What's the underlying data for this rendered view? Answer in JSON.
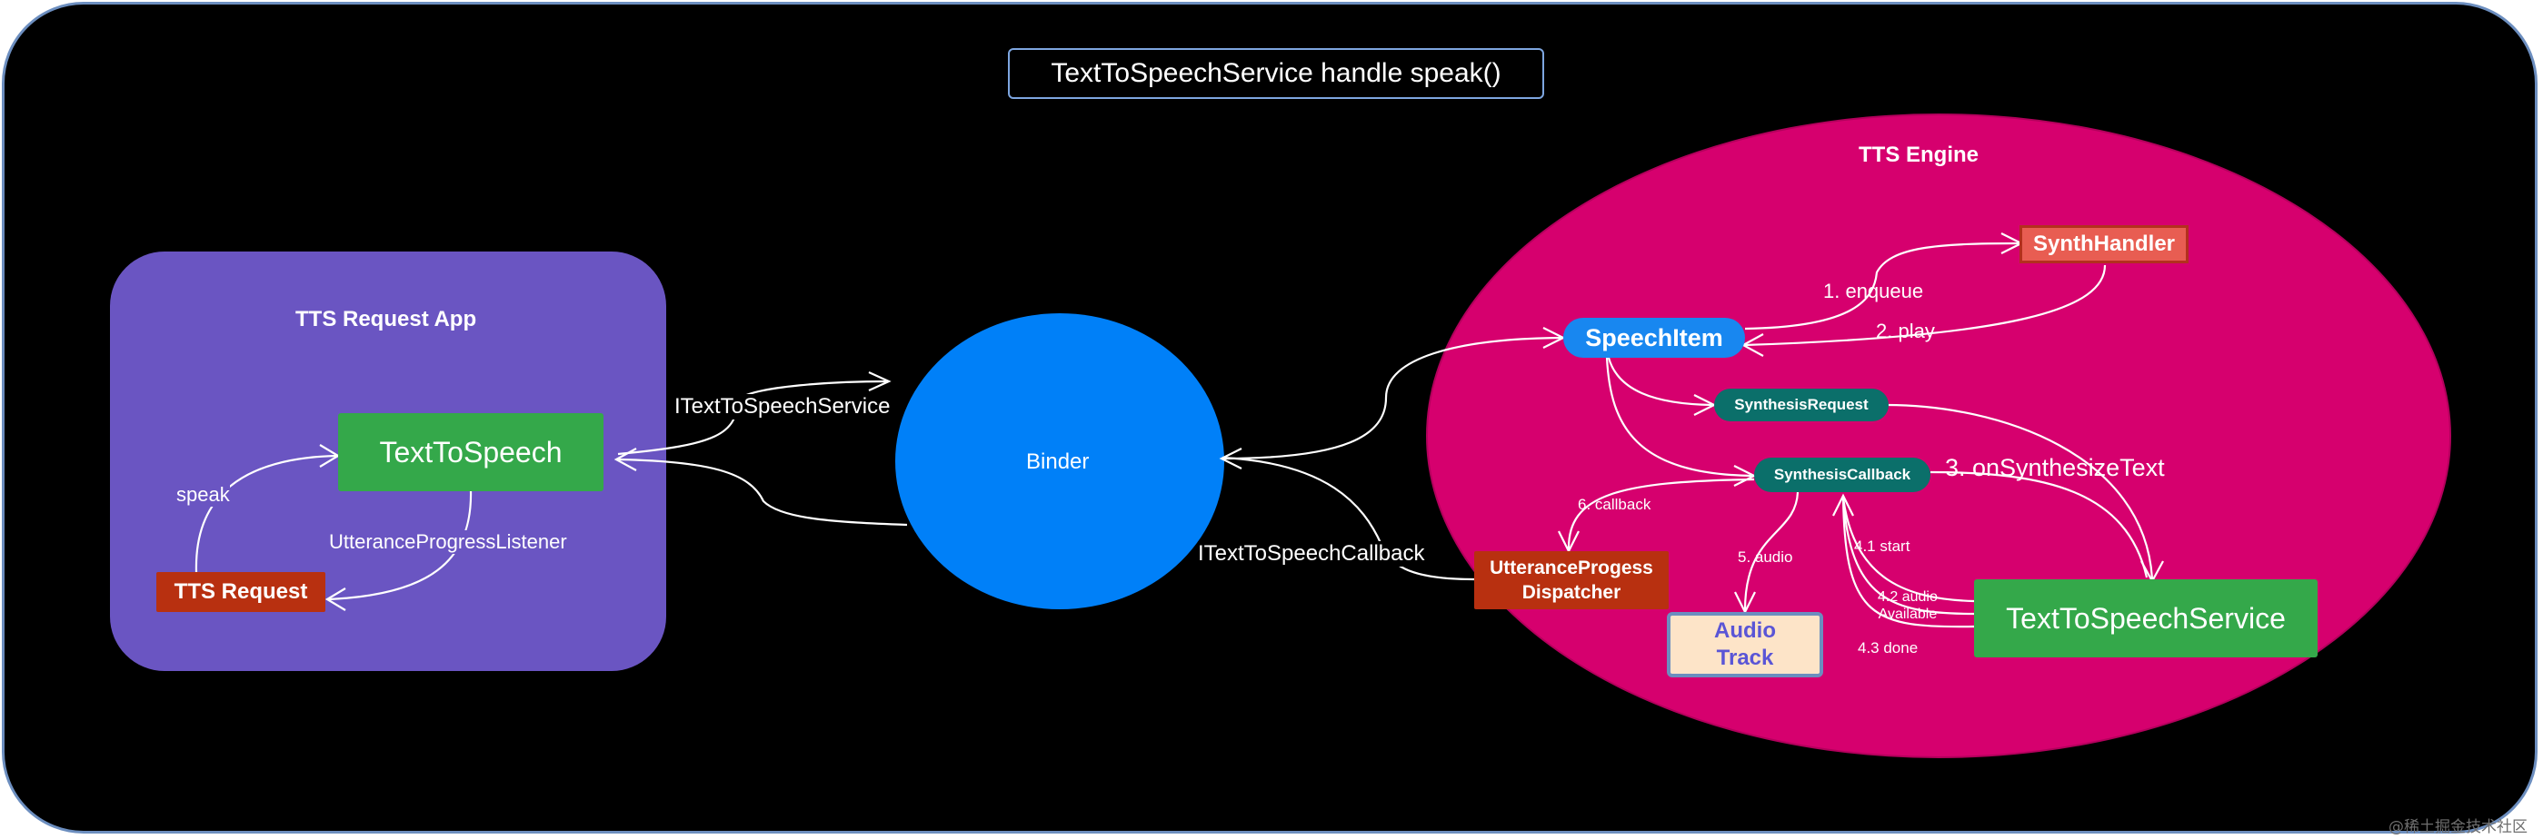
{
  "title": "TextToSpeechService handle speak()",
  "app": {
    "label": "TTS Request App",
    "text_to_speech": "TextToSpeech",
    "tts_request": "TTS Request",
    "speak_label": "speak",
    "listener_label": "UtteranceProgressListener"
  },
  "binder": {
    "label": "Binder",
    "service_label": "ITextToSpeechService",
    "callback_label": "ITextToSpeechCallback"
  },
  "engine": {
    "label": "TTS Engine",
    "speech_item": "SpeechItem",
    "synth_handler": "SynthHandler",
    "synthesis_request": "SynthesisRequest",
    "synthesis_callback": "SynthesisCallback",
    "dispatcher_line1": "UtteranceProgess",
    "dispatcher_line2": "Dispatcher",
    "audio_line1": "Audio",
    "audio_line2": "Track",
    "service": "TextToSpeechService",
    "enqueue": "1. enqueue",
    "play": "2. play",
    "on_synthesize": "3. onSynthesizeText",
    "start": "4.1 start",
    "audio_available_line1": "4.2 audio",
    "audio_available_line2": "Available",
    "done": "4.3 done",
    "audio_step": "5. audio",
    "callback_step": "6. callback"
  },
  "watermark": "@稀土掘金技术社区",
  "colors": {
    "background": "#000000",
    "app_box": "#6a55c2",
    "engine": "#d6006e",
    "binder": "#0080f8",
    "green_node": "#34a84a",
    "red_node": "#b83010",
    "teal_node": "#0b6f6a",
    "synth_handler": "#e85d52",
    "audio_track": "#fde4c8"
  }
}
